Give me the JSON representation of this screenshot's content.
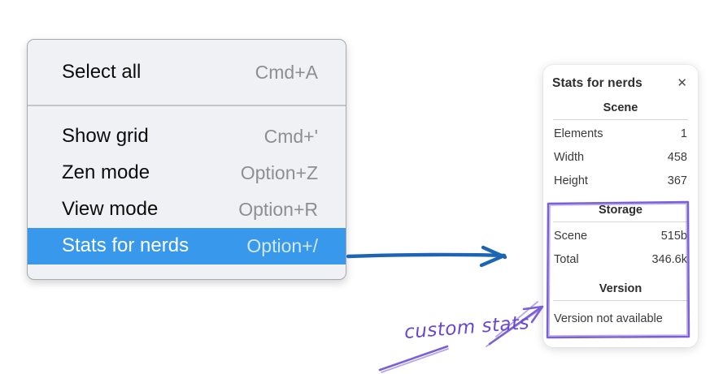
{
  "context_menu": {
    "groups": [
      {
        "items": [
          {
            "label": "Select all",
            "shortcut": "Cmd+A"
          }
        ]
      },
      {
        "items": [
          {
            "label": "Show grid",
            "shortcut": "Cmd+'"
          },
          {
            "label": "Zen mode",
            "shortcut": "Option+Z"
          },
          {
            "label": "View mode",
            "shortcut": "Option+R"
          },
          {
            "label": "Stats for nerds",
            "shortcut": "Option+/",
            "highlighted": true
          }
        ]
      }
    ]
  },
  "stats_panel": {
    "title": "Stats for nerds",
    "close_glyph": "✕",
    "sections": [
      {
        "heading": "Scene",
        "rows": [
          {
            "label": "Elements",
            "value": "1"
          },
          {
            "label": "Width",
            "value": "458"
          },
          {
            "label": "Height",
            "value": "367"
          }
        ]
      },
      {
        "heading": "Storage",
        "rows": [
          {
            "label": "Scene",
            "value": "515b"
          },
          {
            "label": "Total",
            "value": "346.6k"
          }
        ]
      },
      {
        "heading": "Version",
        "note": "Version not available"
      }
    ]
  },
  "annotation": {
    "label": "custom stats"
  },
  "colors": {
    "menu_highlight": "#3898ec",
    "flow_arrow_blue": "#1c64b4",
    "annotation_violet": "#7a5fd8",
    "annotation_text_violet": "#6848cf"
  }
}
